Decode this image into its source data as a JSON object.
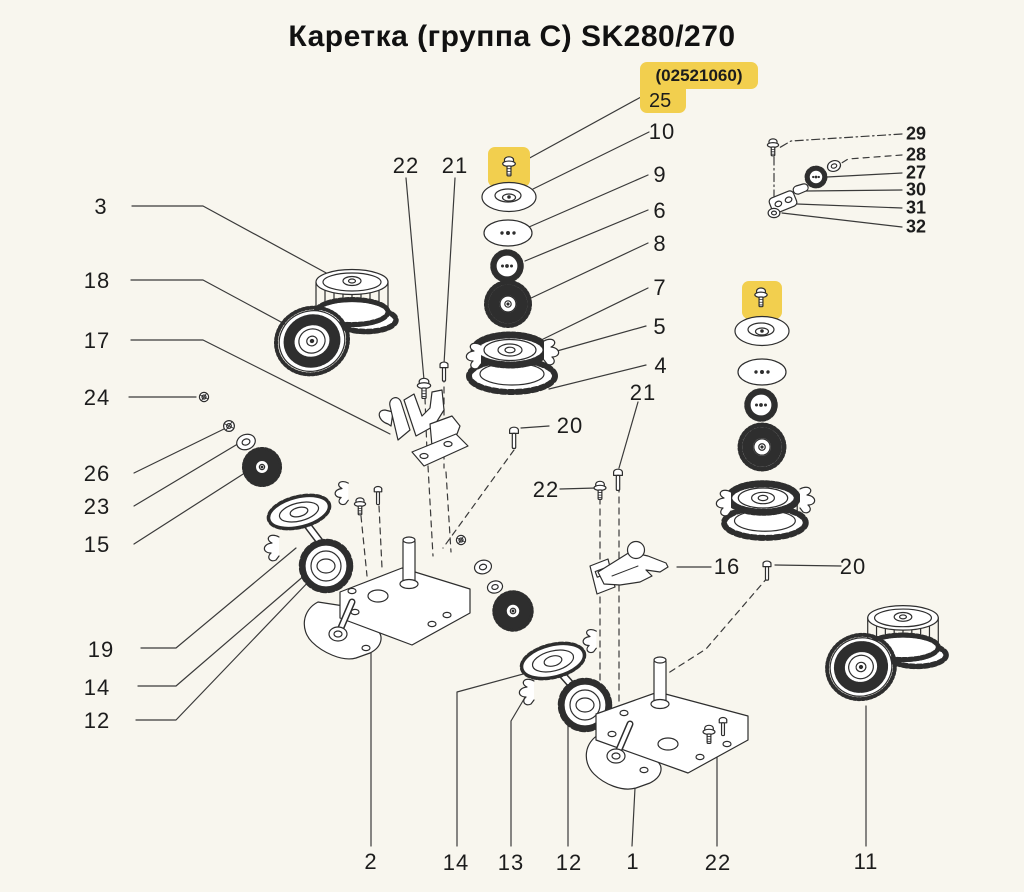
{
  "title": "Каретка (группа C) SK280/270",
  "highlight": {
    "code": "(02521060)",
    "part_number": "25",
    "color": "#f2cf4e"
  },
  "labels": {
    "n1": "1",
    "n2": "2",
    "n3": "3",
    "n4": "4",
    "n5": "5",
    "n6": "6",
    "n7": "7",
    "n8": "8",
    "n9": "9",
    "n10": "10",
    "n11": "11",
    "n12": "12",
    "n13": "13",
    "n14": "14",
    "n15": "15",
    "n16": "16",
    "n17": "17",
    "n18": "18",
    "n19": "19",
    "n20": "20",
    "n21": "21",
    "n22": "22",
    "n23": "23",
    "n24": "24",
    "n25": "25",
    "n26": "26",
    "n27": "27",
    "n28": "28",
    "n29": "29",
    "n30": "30",
    "n31": "31",
    "n32": "32"
  },
  "diagram": {
    "background_color": "#f8f6ee",
    "ink_color": "#2e2e2e",
    "description": "Exploded parts diagram of knitting machine carriage, group C, models SK280/270"
  }
}
